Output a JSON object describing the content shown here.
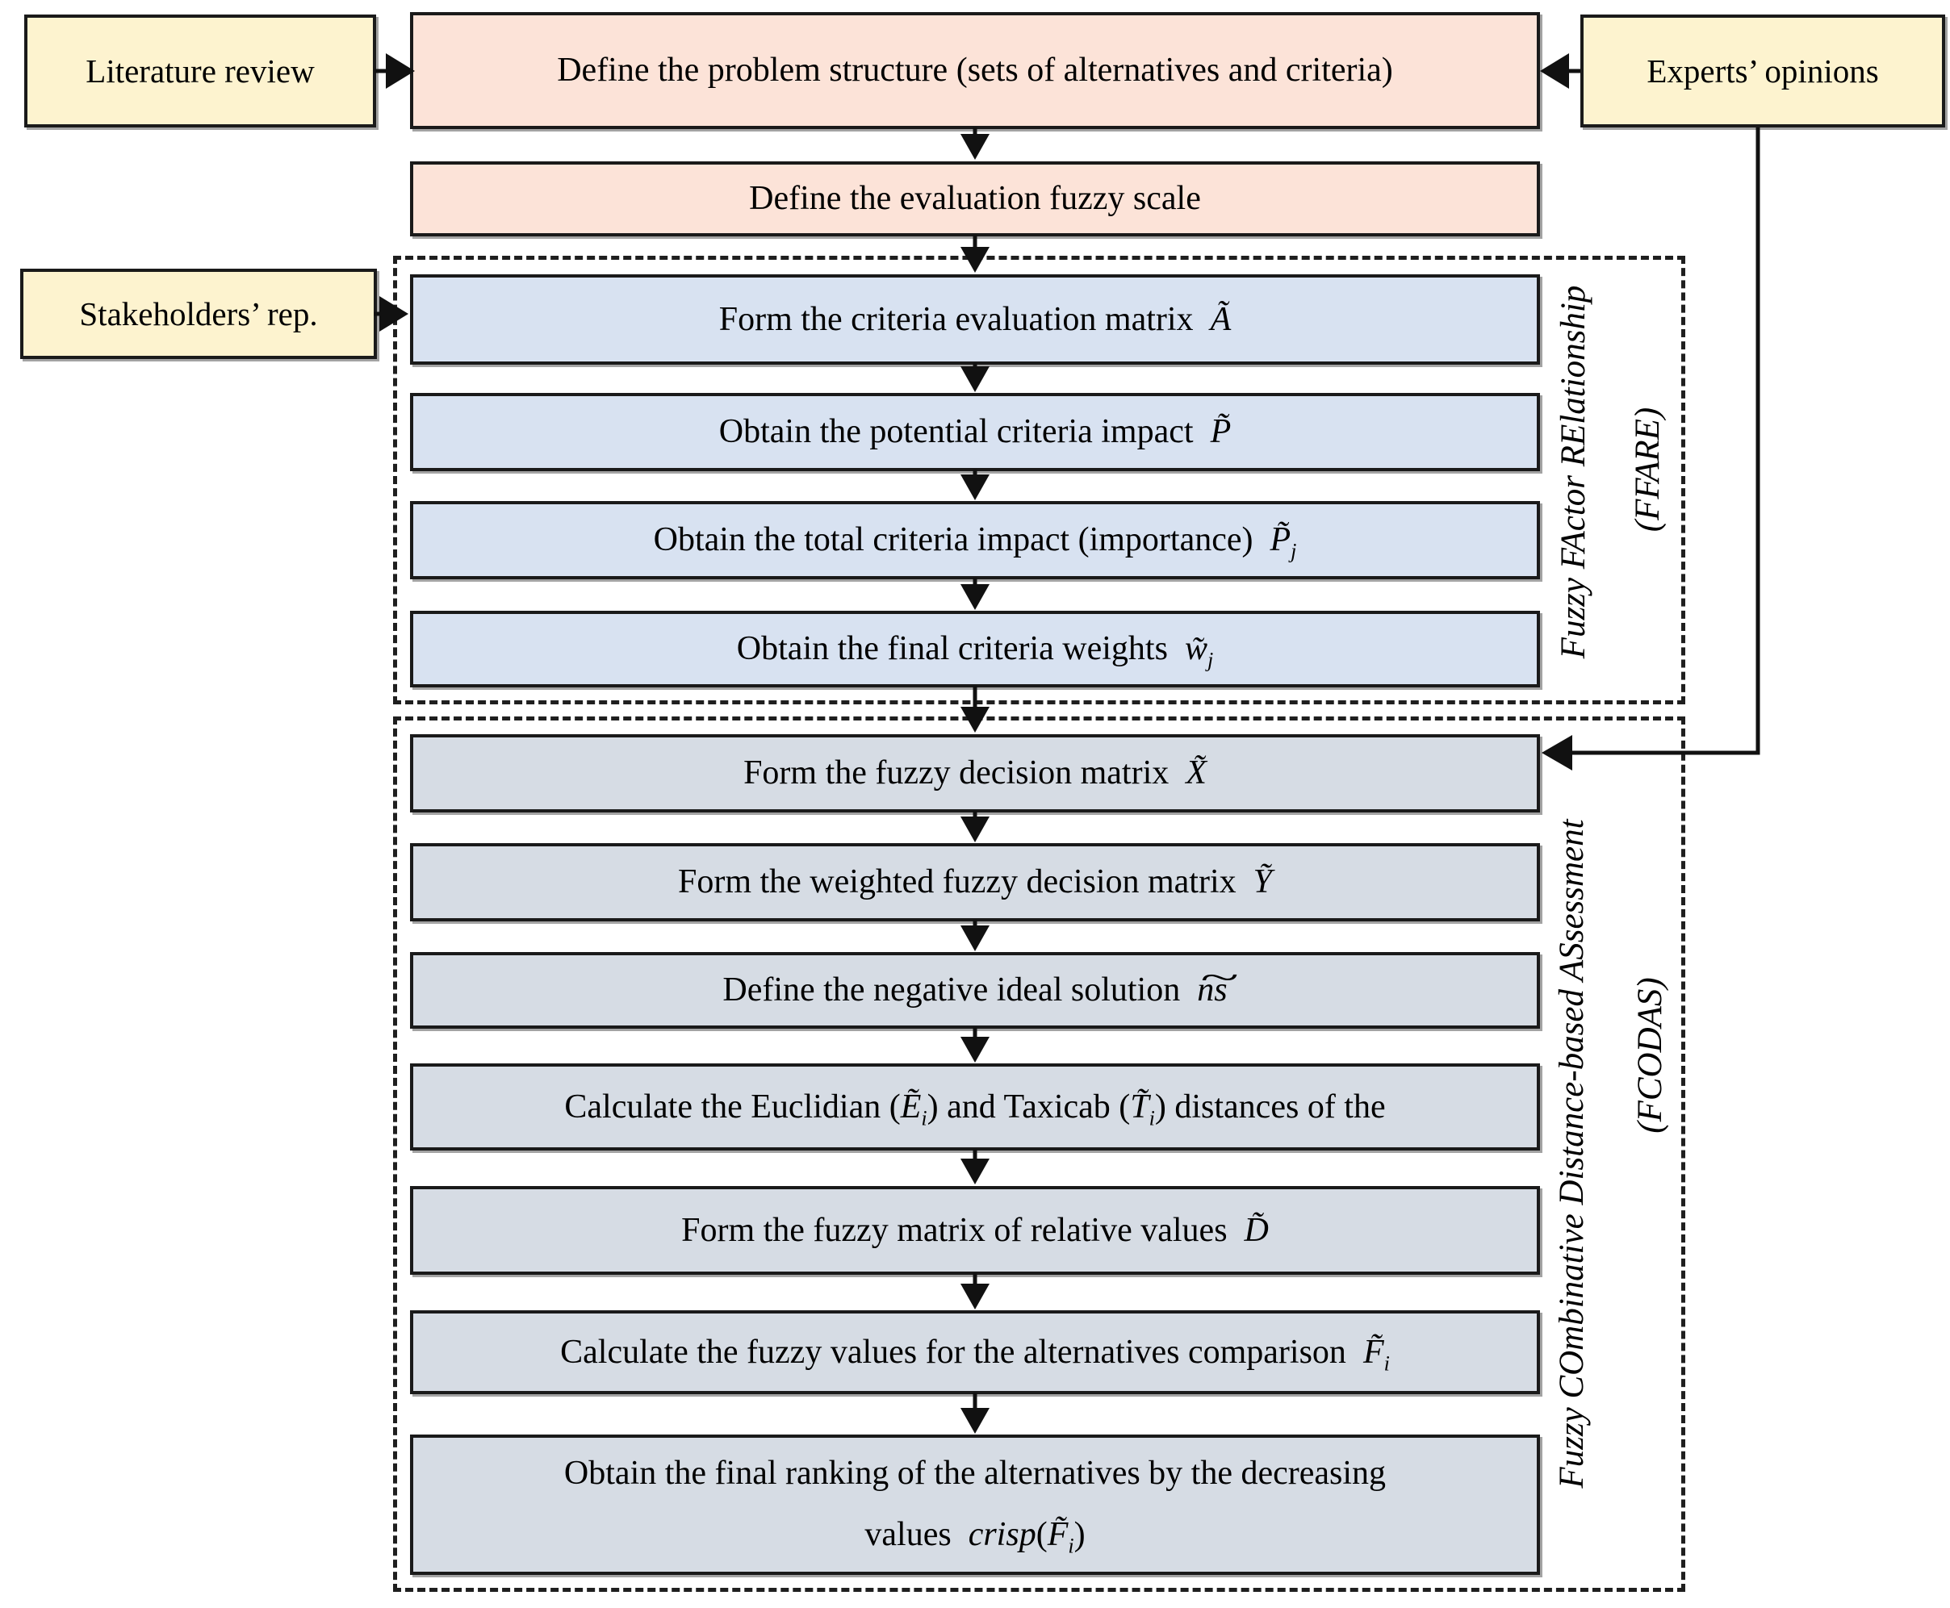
{
  "theme": {
    "yellow": "#fdf3cf",
    "pink": "#fce3d8",
    "blue": "#d8e2f1",
    "gray": "#d6dce4",
    "line": "#111111",
    "border": "#1a1a1a",
    "shadow": "#a3a3a3",
    "bg": "#ffffff"
  },
  "inputs": {
    "literature": "Literature review",
    "stakeholders": "Stakeholders’ rep.",
    "experts": "Experts’ opinions"
  },
  "top_steps": [
    {
      "segments": [
        {
          "t": "Define the problem structure (sets of alternatives and criteria)"
        }
      ]
    },
    {
      "segments": [
        {
          "t": "Define the evaluation fuzzy scale"
        }
      ]
    }
  ],
  "ffare": {
    "name": "Fuzzy FActor RElationship",
    "abbr": "(FFARE)",
    "steps": [
      {
        "segments": [
          {
            "t": "Form the criteria evaluation matrix  "
          },
          {
            "t": "Ã",
            "i": true
          }
        ]
      },
      {
        "segments": [
          {
            "t": "Obtain the potential criteria impact  "
          },
          {
            "t": "P̃",
            "i": true
          }
        ]
      },
      {
        "segments": [
          {
            "t": "Obtain the total criteria impact (importance)  "
          },
          {
            "t": "P̃",
            "i": true
          },
          {
            "t": "j",
            "i": true,
            "sub": true
          }
        ]
      },
      {
        "segments": [
          {
            "t": "Obtain the final criteria weights  "
          },
          {
            "t": "w̃",
            "i": true
          },
          {
            "t": "j",
            "i": true,
            "sub": true
          }
        ]
      }
    ]
  },
  "fcodas": {
    "name": "Fuzzy COmbinative Distance-based ASsessment",
    "abbr": "(FCODAS)",
    "steps": [
      {
        "segments": [
          {
            "t": "Form the fuzzy decision matrix  "
          },
          {
            "t": "X̃",
            "i": true
          }
        ]
      },
      {
        "segments": [
          {
            "t": "Form the weighted fuzzy decision matrix  "
          },
          {
            "t": "Ỹ",
            "i": true
          }
        ]
      },
      {
        "segments": [
          {
            "t": "Define the negative ideal solution  "
          },
          {
            "t": "ns",
            "i": true,
            "wide": true
          }
        ]
      },
      {
        "segments": [
          {
            "t": "Calculate the Euclidian ("
          },
          {
            "t": "Ẽ",
            "i": true
          },
          {
            "t": "i",
            "i": true,
            "sub": true
          },
          {
            "t": ") and Taxicab ("
          },
          {
            "t": "T̃",
            "i": true
          },
          {
            "t": "i",
            "i": true,
            "sub": true
          },
          {
            "t": ") distances of the"
          }
        ]
      },
      {
        "segments": [
          {
            "t": "Form the fuzzy matrix of relative values  "
          },
          {
            "t": "D̃",
            "i": true
          }
        ]
      },
      {
        "segments": [
          {
            "t": "Calculate the fuzzy values for the alternatives comparison  "
          },
          {
            "t": "F̃",
            "i": true
          },
          {
            "t": "i",
            "i": true,
            "sub": true
          }
        ]
      },
      {
        "segments": [
          {
            "t": "Obtain the final ranking of the alternatives by the decreasing"
          },
          {
            "br": true
          },
          {
            "t": "values  "
          },
          {
            "t": "crisp",
            "i": true
          },
          {
            "t": "("
          },
          {
            "t": "F̃",
            "i": true
          },
          {
            "t": "i",
            "i": true,
            "sub": true
          },
          {
            "t": ")"
          }
        ]
      }
    ]
  }
}
